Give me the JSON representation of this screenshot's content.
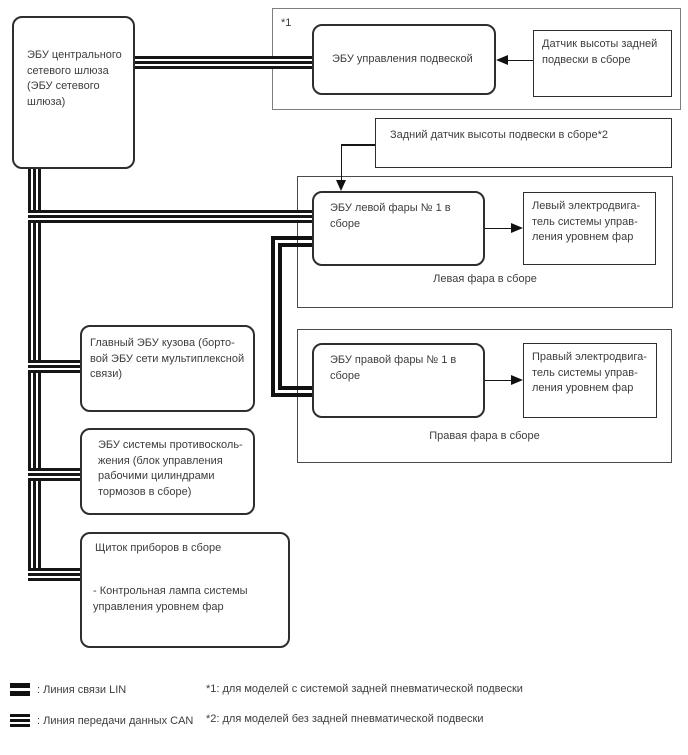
{
  "nodes": {
    "gateway": "ЭБУ центрального\nсетевого шлюза\n(ЭБУ сетевого\nшлюза)",
    "group1_tag": "*1",
    "suspension_ecu": "ЭБУ управления подвеской",
    "rear_height_sensor": "Датчик высоты задней\nподвески в сборе",
    "rear_height_sensor2": "Задний датчик высоты подвески в сборе*2",
    "left_headlamp_ecu": "ЭБУ левой фары № 1 в\nсборе",
    "left_leveling_motor": "Левый электродвига-\nтель системы управ-\nления уровнем фар",
    "left_headlamp_caption": "Левая фара в сборе",
    "right_headlamp_ecu": "ЭБУ правой фары № 1 в\nсборе",
    "right_leveling_motor": "Правый электродвига-\nтель системы управ-\nления уровнем фар",
    "right_headlamp_caption": "Правая фара в сборе",
    "main_body_ecu": "Главный ЭБУ кузова (борто-\nвой ЭБУ сети мультиплексной\nсвязи)",
    "skid_control_ecu": "ЭБУ системы противосколь-\nжения (блок управления\nрабочими цилиндрами\nтормозов в сборе)",
    "instrument_cluster_title": "Щиток приборов в сборе",
    "instrument_cluster_note": "- Контрольная лампа системы\nуправления уровнем фар"
  },
  "legend": {
    "lin_label": ": Линия связи LIN",
    "can_label": ": Линия передачи данных CAN",
    "footnote1": "*1: для моделей с системой задней пневматической подвески",
    "footnote2": "*2: для моделей без задней пневматической подвески"
  },
  "colors": {
    "line_color": "#161616",
    "box_border_color": "#2e2e2e",
    "group_border_color": "#7d7d7d",
    "text_color": "#3d3d3d",
    "background": "#ffffff"
  }
}
